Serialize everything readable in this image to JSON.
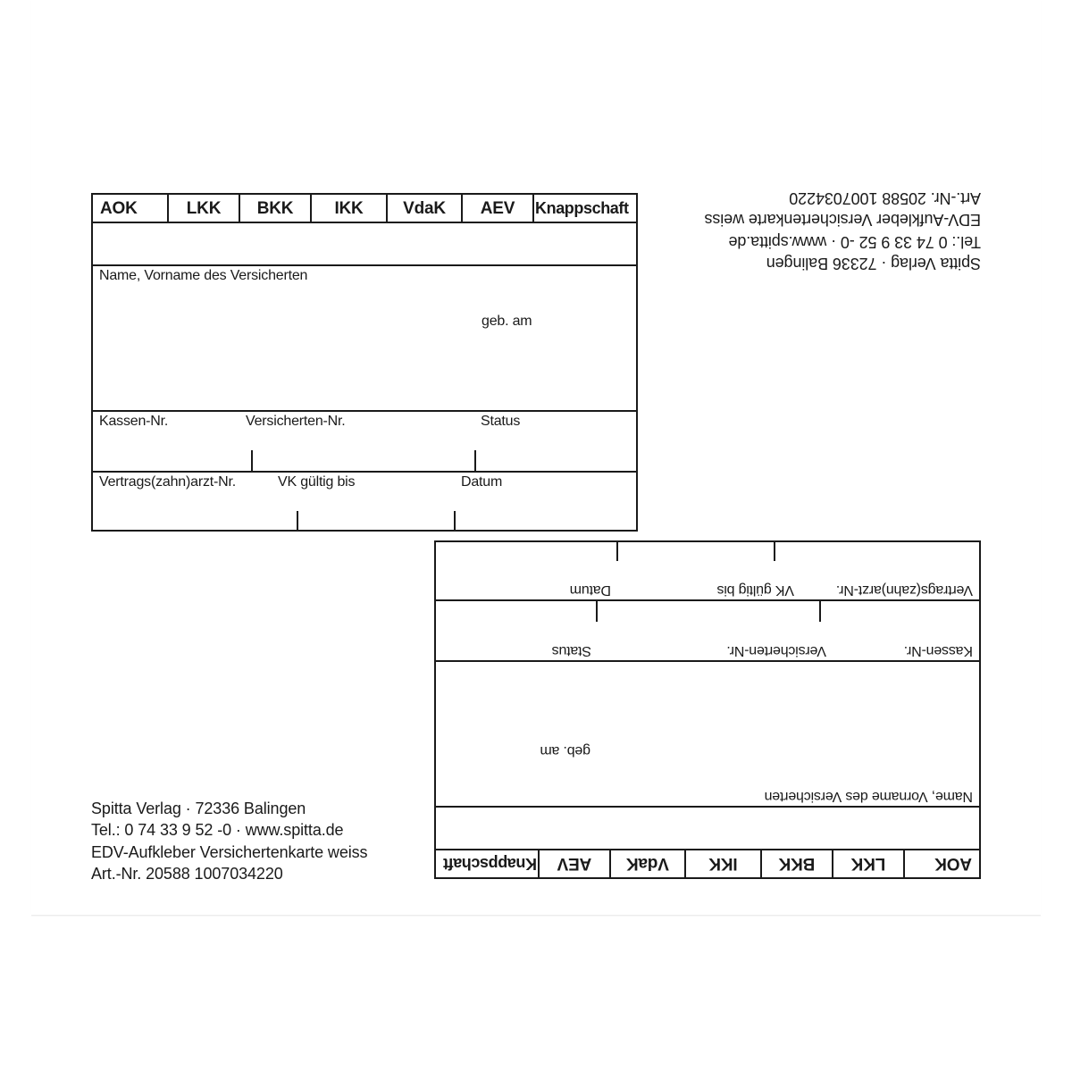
{
  "document": {
    "title": "EDV-Aufkleber Versichertenkarte weiss",
    "colors": {
      "ink": "#1a1a1a",
      "paper": "#ffffff"
    }
  },
  "label_form": {
    "insurers": [
      "AOK",
      "LKK",
      "BKK",
      "IKK",
      "VdaK",
      "AEV",
      "Knappschaft"
    ],
    "fields": {
      "name": "Name, Vorname des Versicherten",
      "birth_date": "geb. am",
      "fund_number": "Kassen-Nr.",
      "insured_number": "Versicherten-Nr.",
      "status": "Status",
      "doctor_number": "Vertrags(zahn)arzt-Nr.",
      "card_valid_until": "VK gültig bis",
      "date": "Datum"
    }
  },
  "publisher": {
    "line1": "Spitta Verlag · 72336 Balingen",
    "line2": "Tel.: 0 74 33 9 52 -0 · www.spitta.de",
    "line3": "EDV-Aufkleber Versichertenkarte weiss",
    "line4": "Art.-Nr. 20588  1007034220"
  }
}
